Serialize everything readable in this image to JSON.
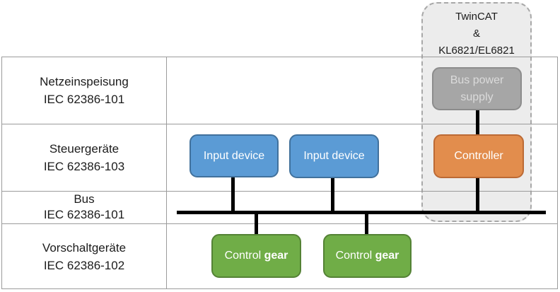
{
  "diagram": {
    "table": {
      "rows": [
        {
          "line1": "Netzeinspeisung",
          "line2": "IEC 62386-101"
        },
        {
          "line1": "Steuergeräte",
          "line2": "IEC 62386-103"
        },
        {
          "line1": "Bus",
          "line2": "IEC 62386-101"
        },
        {
          "line1": "Vorschaltgeräte",
          "line2": "IEC 62386-102"
        }
      ]
    },
    "group": {
      "line1": "TwinCAT",
      "line2": "&",
      "line3": "KL6821/EL6821"
    },
    "nodes": {
      "bus_power_supply": {
        "line1": "Bus power",
        "line2": "supply"
      },
      "controller": {
        "label": "Controller"
      },
      "input_device_1": {
        "label": "Input device"
      },
      "input_device_2": {
        "label": "Input device"
      },
      "control_gear_1": {
        "prefix": "Control ",
        "bold": "gear"
      },
      "control_gear_2": {
        "prefix": "Control ",
        "bold": "gear"
      }
    },
    "colors": {
      "input_device_fill": "#5B9BD5",
      "input_device_border": "#41719C",
      "controller_fill": "#E28D4D",
      "controller_border": "#BC6A35",
      "control_gear_fill": "#70AD47",
      "control_gear_border": "#548235",
      "bus_power_fill": "#A6A6A6",
      "bus_power_border": "#8C8C8C",
      "group_fill": "#ECECEC",
      "group_border": "#A8A8A8",
      "grid_line": "#9B9B9B",
      "bus_line": "#000000"
    }
  }
}
